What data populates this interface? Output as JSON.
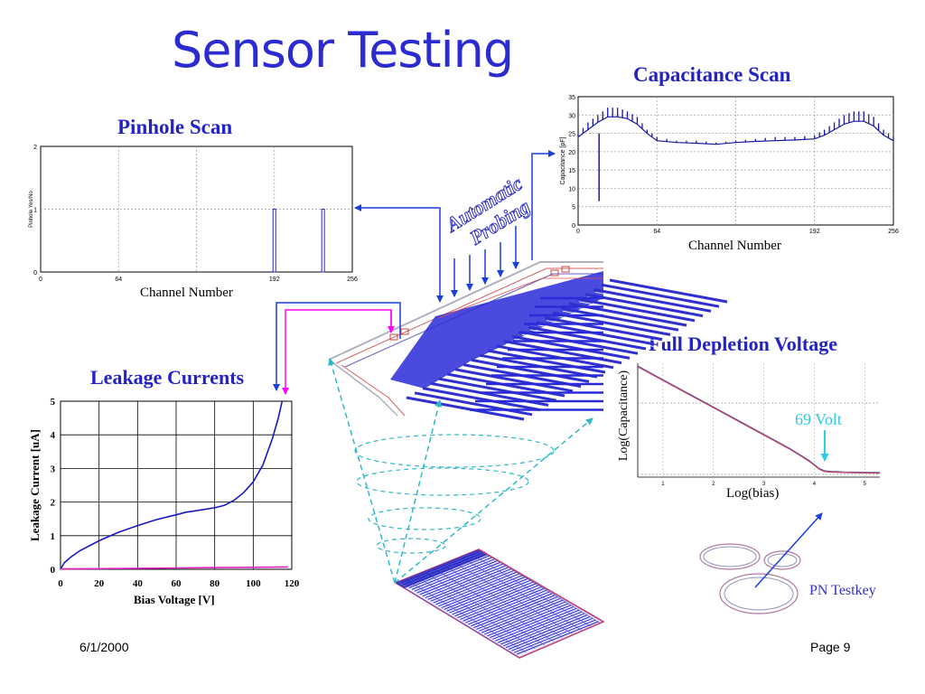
{
  "slide": {
    "title": "Sensor Testing",
    "date": "6/1/2000",
    "page": "Page 9"
  },
  "callouts": {
    "automatic_probing": [
      "Automatic",
      "Probing"
    ],
    "volt_marker": "69 Volt",
    "pn_testkey": "PN Testkey"
  },
  "colors": {
    "title": "#2b2bd0",
    "panel_title": "#2323c4",
    "arrow_blue": "#1a3fd6",
    "arrow_magenta": "#ff00ff",
    "arrow_cyan": "#2ad0e0",
    "sensor_blue": "#2a2ad8",
    "sensor_red": "#d04040"
  },
  "chart_data": [
    {
      "id": "pinhole",
      "type": "bar",
      "title": "Pinhole Scan",
      "xlabel": "Channel Number",
      "ylabel": "Pinhole Yes/No",
      "xlim": [
        0,
        256
      ],
      "ylim": [
        0,
        2
      ],
      "xticks": [
        0,
        64,
        128,
        192,
        256
      ],
      "xtick_labels": [
        "0",
        "64",
        "",
        "192",
        "256"
      ],
      "yticks": [
        0,
        1,
        2
      ],
      "grid": true,
      "bars": [
        {
          "x": 192,
          "y": 1
        },
        {
          "x": 232,
          "y": 1
        }
      ]
    },
    {
      "id": "capacitance",
      "type": "line",
      "title": "Capacitance Scan",
      "xlabel": "Channel Number",
      "ylabel": "Capacitance [pF]",
      "xlim": [
        0,
        256
      ],
      "ylim": [
        0,
        35
      ],
      "xticks": [
        0,
        64,
        128,
        192,
        256
      ],
      "xtick_labels": [
        "0",
        "64",
        "",
        "192",
        "256"
      ],
      "yticks": [
        0,
        5,
        10,
        15,
        20,
        25,
        30,
        35
      ],
      "grid": true,
      "outlier": {
        "x": 17,
        "y": 6.5
      },
      "series": [
        {
          "x": [
            0,
            8,
            16,
            24,
            32,
            40,
            48,
            56,
            64,
            80,
            96,
            112,
            128,
            144,
            160,
            176,
            192,
            200,
            208,
            216,
            224,
            232,
            240,
            248,
            256
          ],
          "y": [
            24,
            26,
            28,
            29.5,
            29.5,
            29,
            27.5,
            25,
            23,
            22.5,
            22.3,
            22,
            22.5,
            22.8,
            23,
            23.2,
            23.5,
            24.5,
            26,
            27.5,
            28.3,
            28.3,
            27,
            24.5,
            23
          ],
          "spike_y": [
            25,
            28,
            30,
            32,
            32,
            31,
            29.5,
            26,
            24,
            23,
            23,
            22.5,
            23,
            23.5,
            24,
            24,
            24.5,
            26,
            28,
            30,
            31,
            31,
            29.5,
            26,
            24
          ]
        }
      ]
    },
    {
      "id": "leakage",
      "type": "line",
      "title": "Leakage Currents",
      "xlabel": "Bias Voltage [V]",
      "ylabel": "Leakage Current [uA]",
      "xlim": [
        0,
        120
      ],
      "ylim": [
        0,
        5
      ],
      "xticks": [
        0,
        20,
        40,
        60,
        80,
        100,
        120
      ],
      "yticks": [
        0,
        1,
        2,
        3,
        4,
        5
      ],
      "grid": true,
      "series": [
        {
          "x": [
            0,
            2,
            5,
            10,
            20,
            30,
            40,
            50,
            60,
            65,
            70,
            80,
            85,
            90,
            95,
            100,
            105,
            110,
            113,
            115
          ],
          "y": [
            0,
            0.2,
            0.35,
            0.55,
            0.85,
            1.1,
            1.3,
            1.48,
            1.62,
            1.7,
            1.74,
            1.83,
            1.9,
            2.05,
            2.28,
            2.6,
            3.1,
            3.9,
            4.5,
            5.0
          ],
          "color": "#1818c0"
        },
        {
          "x": [
            0,
            20,
            40,
            60,
            80,
            100,
            118
          ],
          "y": [
            0.01,
            0.02,
            0.03,
            0.04,
            0.05,
            0.06,
            0.07
          ],
          "color": "#e020c0"
        }
      ]
    },
    {
      "id": "depletion",
      "type": "line",
      "title": "Full Depletion Voltage",
      "xlabel": "Log(bias)",
      "ylabel": "Log(Capacitance)",
      "xlim": [
        0.5,
        5.3
      ],
      "ylim": [
        0,
        1
      ],
      "xticks": [
        1,
        2,
        3,
        4,
        5
      ],
      "grid": true,
      "series": [
        {
          "x": [
            0.5,
            1.0,
            1.5,
            2.0,
            2.5,
            3.0,
            3.5,
            3.9,
            4.1,
            4.2,
            4.3,
            4.6,
            5.3
          ],
          "y": [
            0.97,
            0.85,
            0.73,
            0.61,
            0.49,
            0.37,
            0.25,
            0.14,
            0.07,
            0.05,
            0.045,
            0.04,
            0.035
          ]
        }
      ]
    }
  ]
}
